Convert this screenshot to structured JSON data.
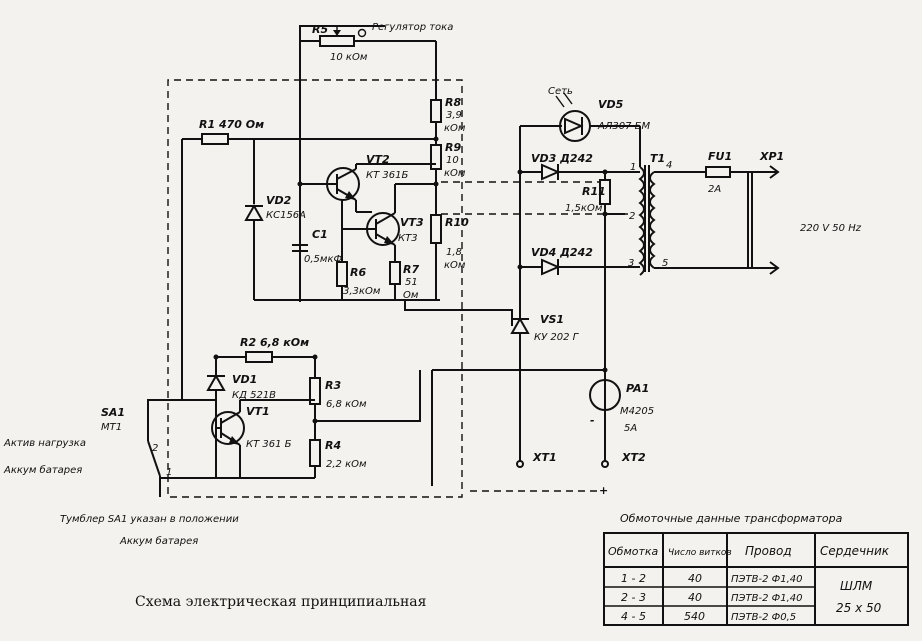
{
  "title": "Схема электрическая принципиальная",
  "labels": {
    "r5": "R5",
    "r5_val": "10 кОм",
    "regulator": "Регулятор тока",
    "r1": "R1 470 Ом",
    "r8": "R8",
    "r8_val1": "3,9",
    "r8_val2": "кОм",
    "r9": "R9",
    "r9_val1": "10",
    "r9_val2": "кОм",
    "r10": "R10",
    "r10_val1": "1,8",
    "r10_val2": "кОм",
    "vd2": "VD2",
    "vd2_type": "КС156А",
    "vt2": "VT2",
    "vt2_type": "КТ 361Б",
    "vt3": "VT3",
    "vt3_type": "КТ3",
    "c1": "C1",
    "c1_val": "0,5мкФ",
    "r6": "R6",
    "r6_val": "3,3кОм",
    "r7": "R7",
    "r7_val1": "51",
    "r7_val2": "Ом",
    "vd5": "VD5",
    "vd5_type": "АЛ307 БМ",
    "set": "Сеть",
    "vd3": "VD3 Д242",
    "vd4": "VD4 Д242",
    "r11": "R11",
    "r11_val": "1,5кОм",
    "t1": "T1",
    "pin1": "1",
    "pin2": "2",
    "pin3": "3",
    "pin4": "4",
    "pin5": "5",
    "fu1": "FU1",
    "fu1_val": "2А",
    "xp1": "XP1",
    "mains": "220 V  50 Hz",
    "vs1": "VS1",
    "vs1_type": "КУ 202 Г",
    "r2": "R2 6,8 кОм",
    "vd1": "VD1",
    "vd1_type": "КД 521В",
    "vt1": "VT1",
    "vt1_type": "КТ 361 Б",
    "r3": "R3",
    "r3_val": "6,8 кОм",
    "r4": "R4",
    "r4_val": "2,2 кОм",
    "pa1": "PA1",
    "pa1_type": "М4205",
    "pa1_val": "5А",
    "xt1": "XT1",
    "xt2": "XT2",
    "minus": "-",
    "plus": "+",
    "sa1": "SA1",
    "sa1_type": "МТ1",
    "sa1_p2": "2",
    "sa1_p1": "1",
    "active_load": "Актив нагрузка",
    "battery": "Аккум батарея",
    "note1": "Тумблер SA1 указан в положении",
    "note2": "Аккум батарея"
  },
  "table": {
    "caption": "Обмоточные данные трансформатора",
    "headers": [
      "Обмотка",
      "Число витков",
      "Провод",
      "Сердечник"
    ],
    "rows": [
      [
        "1 - 2",
        "40",
        "ПЭТВ-2 Ф1,40"
      ],
      [
        "2 - 3",
        "40",
        "ПЭТВ-2 Ф1,40"
      ],
      [
        "4 - 5",
        "540",
        "ПЭТВ-2 Ф0,5"
      ]
    ],
    "core_line1": "ШЛМ",
    "core_line2": "25 х 50"
  }
}
